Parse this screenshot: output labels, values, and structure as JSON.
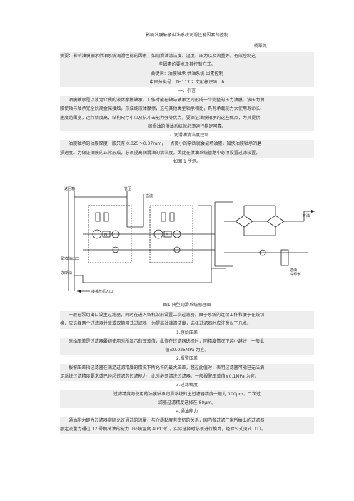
{
  "title": "影响油膜轴承供油系统润滑性能因素的控制",
  "author": "杨翠英",
  "abstract": "摘要：影响油膜轴承供油系统润滑性能的因素，如润滑油清洁度、温度、压力以及流量等。有效控制这",
  "abstract2": "些因素的要点及其控制方式。",
  "keywords": "关键词：油膜轴承   供油系统   因素控制",
  "classification": "中图分类号：TH117.2     文献标识码：B",
  "section1": "一、引言",
  "intro_l1": "油膜轴承是以液为介质的液体摩擦轴承，工作时能在轴与轴承之间形成一个完整的压力油膜。该压力油",
  "intro_l2": "膜使轴与轴承完全脱离金属接触，形成纯液体摩擦，这与其他类型轴承相比，具有承载能力大使用寿命长、",
  "intro_l3": "速度范围宽，运行精度高，结构尺寸小以及抗冲击能力强等优点。要保证油膜轴承的这些优点，为其提供",
  "intro_l4": "润滑油的供油系统就必须运行稳定可靠。",
  "section2": "二、润滑油清洁度控制",
  "s2_l1": "油膜轴承的油膜厚度一般只有 0.025～0.07mm，一点微小的杂质就会破坏油膜，加快油膜轴承的磨",
  "s2_l2": "损速度。为保证油膜的正常形成，必须提高润滑油的清洁度，因此在供油系统管路中必须设置过滤装置，",
  "s2_l3": "如图 1 所示。",
  "figure": {
    "caption": "图1   典型润滑系统原理图",
    "labels": {
      "return": "返回箱",
      "pressure": "管压",
      "overflow": "溢流",
      "sampling": "取样油出口",
      "fill": "加新油",
      "drain": "接排放机入口",
      "ring": "环油",
      "inlet": "进油",
      "cooling": "冷却水"
    }
  },
  "s2_l4": "一般在泵组出口设主过滤器，同时在进入各机架前设置二次过滤器。由于系统的连续工作和便于在线切",
  "s2_l5": "换，应选择两个过滤器并联或双筒网式过滤器，为提高油液清洁度，选择过滤器时应注意以下几点。",
  "sub1": "1.原始压差",
  "sub1_l1": "原始压差是过滤器最初使用时所显示的压差值，此值在过滤器选择时，同精度情况下越小越好，一般此",
  "sub1_l2": "值≤0.025MPa 为宜。",
  "sub2": "2.报警压差",
  "sub2_l1": "报警压差指过滤器在满足过滤精度的情况下所允许的最大压差，越过此值时，表明过滤器可能已无法满",
  "sub2_l2": "足系统过滤精度要求或已经超过滤芯过滤能力，此时必须清洗过滤器。一般报警压差值≤0.1MPa 为宜。",
  "sub3": "3.过滤精度",
  "sub3_l1": "过滤精度与使用的油膜轴承润滑系统的主过滤器精度一般为 100μm，二次过",
  "sub3_l2": "滤器过滤精度选择在 80μm。",
  "sub4": "4.通油能力",
  "sub4_l1": "通油能力即为过滤器实际允许通过的流量，与介质黏度有密切的关系，国内各过滤厂家所给出的过滤器",
  "sub4_l2": "额定流量为通过 32 号机械油的能力（环境温度 40℃时）。实际选择时必须进行换算，经验公式见式（1）。"
}
